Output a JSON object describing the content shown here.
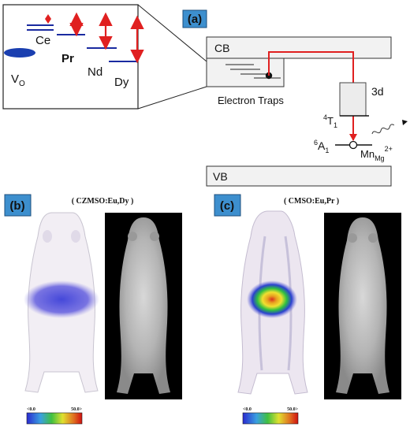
{
  "panels": {
    "a": "(a)",
    "b": "(b)",
    "c": "(c)"
  },
  "diagram": {
    "cb_label": "CB",
    "vb_label": "VB",
    "electron_traps": "Electron Traps",
    "three_d": "3d",
    "t1_level": {
      "sup": "4",
      "main": "T",
      "sub": "1"
    },
    "a1_level": {
      "sup": "6",
      "main": "A",
      "sub": "1"
    },
    "mn_ion": {
      "main": "Mn",
      "sub": "Mg",
      "sup": "2+"
    },
    "inset": {
      "vo": {
        "main": "V",
        "sub": "O"
      },
      "ce": "Ce",
      "pr": "Pr",
      "nd": "Nd",
      "dy": "Dy"
    }
  },
  "images": {
    "left_title": "( CZMSO:Eu,Dy )",
    "right_title": "( CMSO:Eu,Pr )"
  },
  "colorbars": [
    {
      "min": "<0.0",
      "max": "50.0>"
    },
    {
      "min": "<0.0",
      "max": "50.0>"
    }
  ],
  "colors": {
    "panel_label_bg": "#3d8fce",
    "transition_arrow": "#e02020",
    "level_line": "#1a2aa0",
    "vo_blob": "#1a3fb0"
  }
}
